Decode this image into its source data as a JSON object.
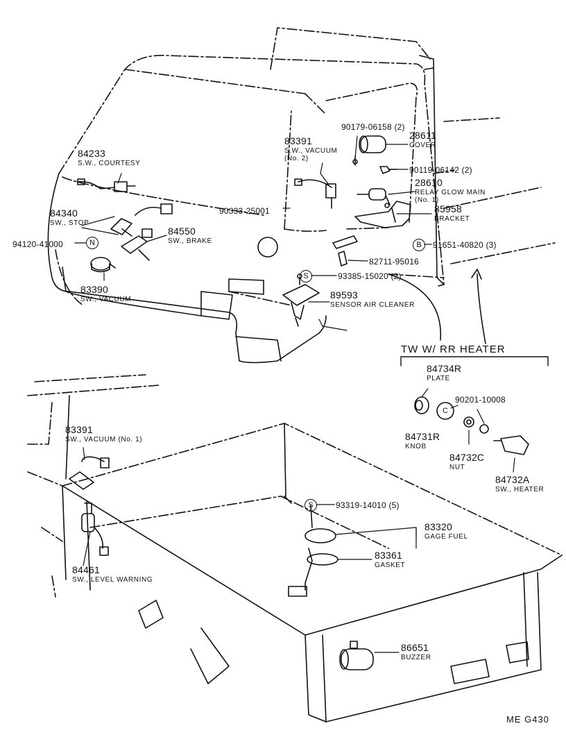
{
  "parts": {
    "p84233": {
      "num": "84233",
      "name": "S.W., COURTESY"
    },
    "p84340": {
      "num": "84340",
      "name": "SW., STOP"
    },
    "p84550": {
      "num": "84550",
      "name": "SW., BRAKE"
    },
    "p94120": {
      "num": "94120-41000"
    },
    "p83390": {
      "num": "83390",
      "name": "SW., VACUUM"
    },
    "p83391a": {
      "num": "83391",
      "name": "S.W., VACUUM",
      "name2": "(No. 2)"
    },
    "p90179": {
      "num": "90179-06158 (2)"
    },
    "p28611": {
      "num": "28611",
      "name": "COVER"
    },
    "p90119": {
      "num": "90119-06142 (2)"
    },
    "p28610": {
      "num": "28610",
      "name": "RELAY GLOW MAIN",
      "name2": "(No. 1)"
    },
    "p90333": {
      "num": "90333-25001"
    },
    "p85958": {
      "num": "85958",
      "name": "BRACKET"
    },
    "p91651": {
      "num": "91651-40820 (3)"
    },
    "p82711": {
      "num": "82711-95016"
    },
    "p93385": {
      "num": "93385-15020 (2)"
    },
    "p89593": {
      "num": "89593",
      "name": "SENSOR AIR CLEANER"
    },
    "p84734R": {
      "num": "84734R",
      "name": "PLATE"
    },
    "p90201": {
      "num": "90201-10008"
    },
    "p84731R": {
      "num": "84731R",
      "name": "KNOB"
    },
    "p84732C": {
      "num": "84732C",
      "name": "NUT"
    },
    "p84732A": {
      "num": "84732A",
      "name": "SW., HEATER"
    },
    "p83391b": {
      "num": "83391",
      "name": "SW., VACUUM (No. 1)"
    },
    "p93319": {
      "num": "93319-14010 (5)"
    },
    "p83320": {
      "num": "83320",
      "name": "GAGE FUEL"
    },
    "p83361": {
      "num": "83361",
      "name": "GASKET"
    },
    "p84461": {
      "num": "84461",
      "name": "SW., LEVEL WARNING"
    },
    "p86651": {
      "num": "86651",
      "name": "BUZZER"
    }
  },
  "callouts": {
    "n": "N",
    "s": "S",
    "b": "B",
    "c": "C"
  },
  "heater_group_title": "TW W/ RR HEATER",
  "drawing_code": "ME  G430"
}
